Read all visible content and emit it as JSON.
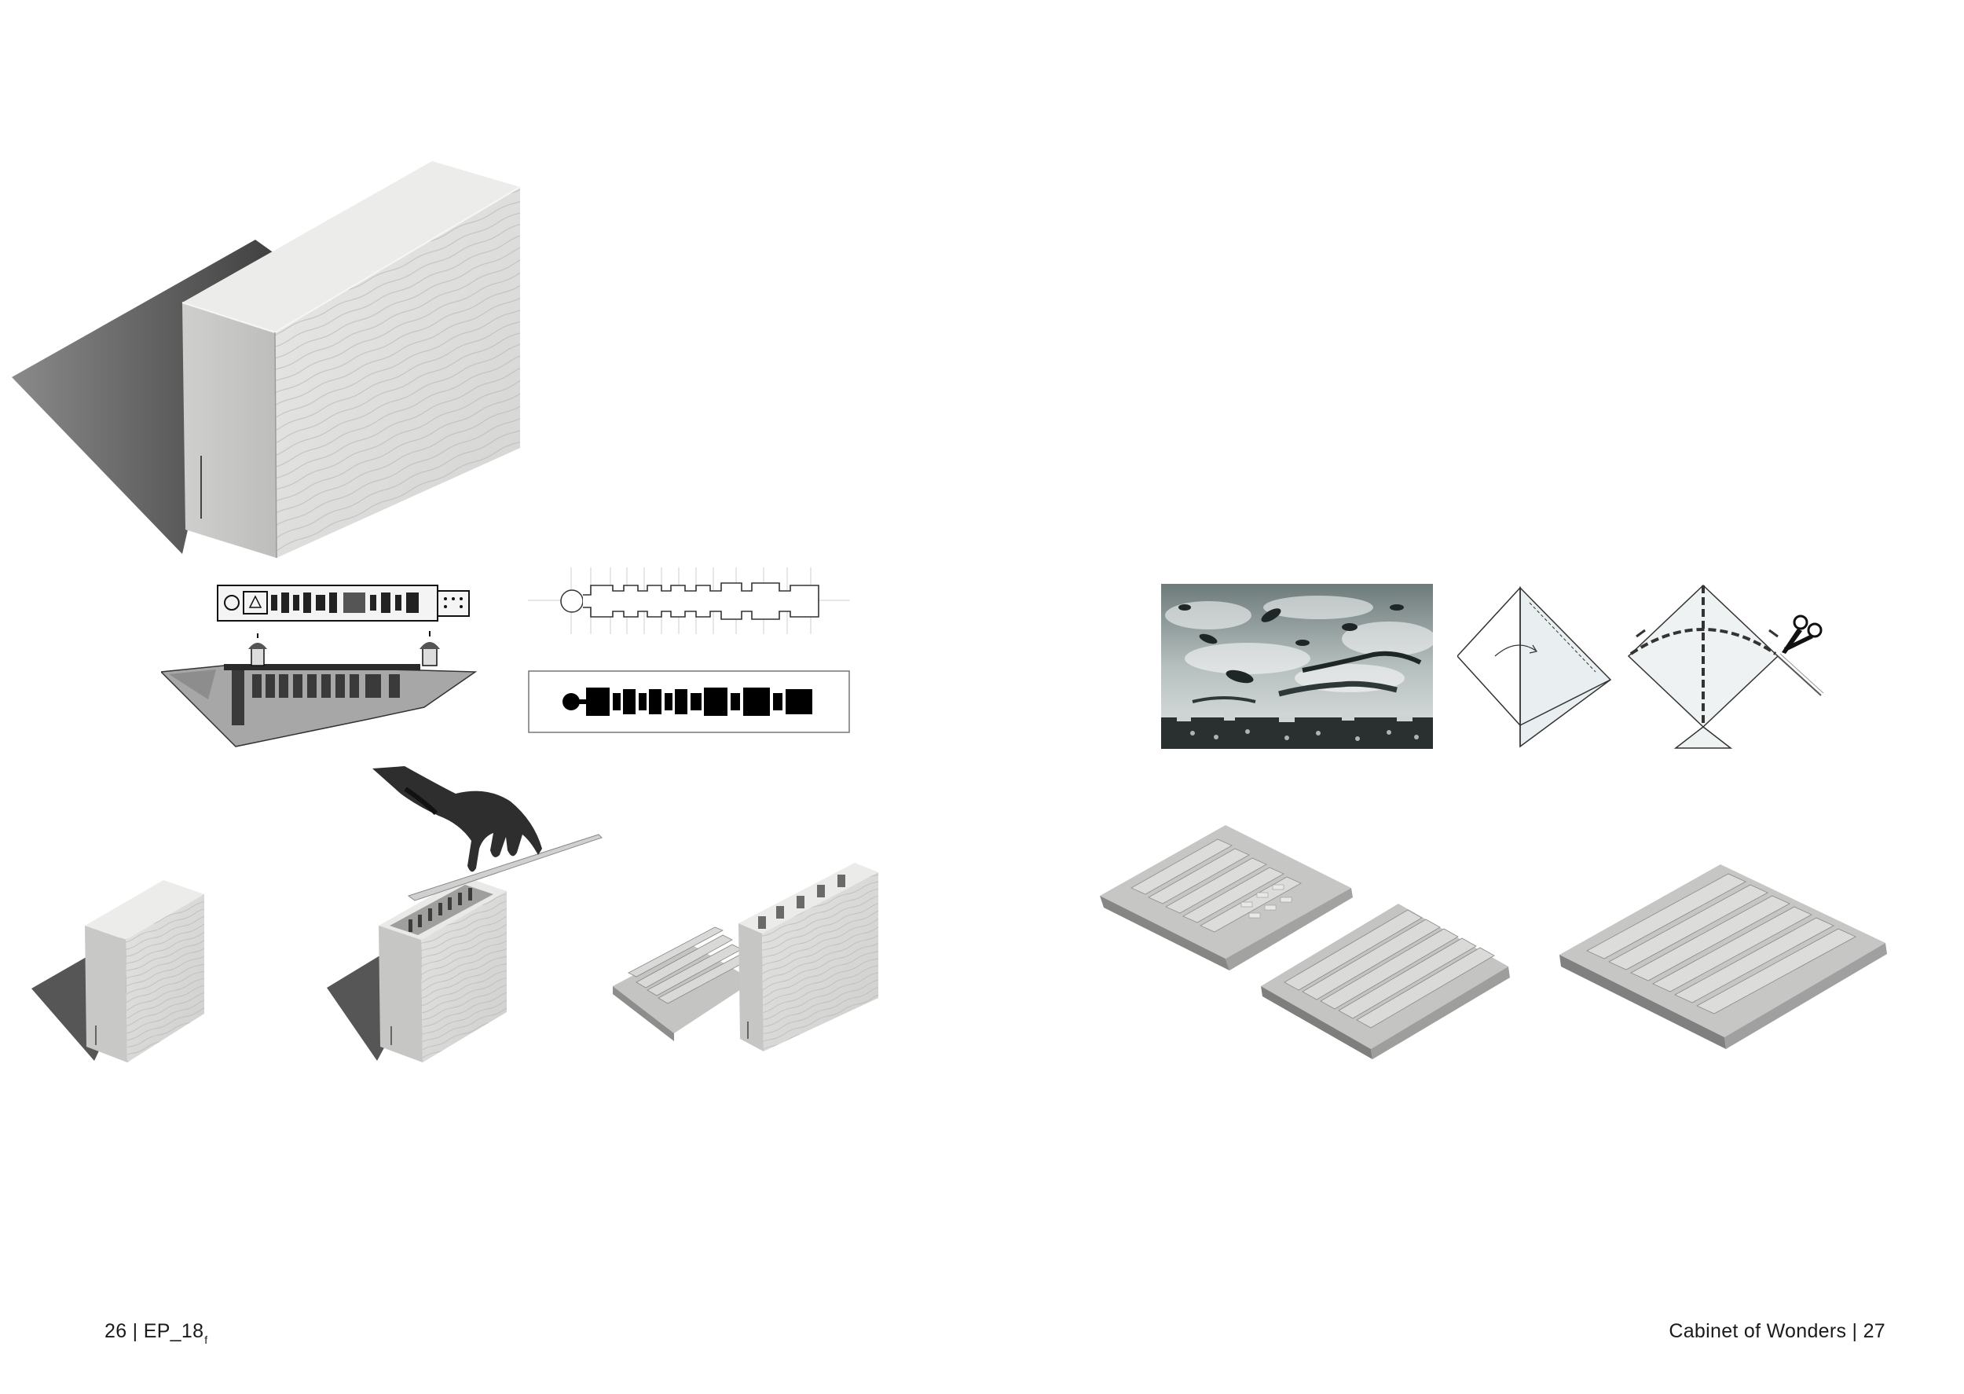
{
  "spread": {
    "left_page": {
      "folio_number": "26",
      "separator": " | ",
      "folio_label": "EP_18",
      "folio_subscript": "f"
    },
    "right_page": {
      "folio_label": "Cabinet of Wonders",
      "separator": " | ",
      "folio_number": "27"
    }
  },
  "images": {
    "hero_block": "large-timber-block-photo",
    "plan_drawing": "historic-plan-and-section-drawing",
    "plan_diagram": "plan-outline-diagram",
    "plan_solid": "plan-solid-diagram",
    "model_sequence": "timber-block-carving-sequence",
    "kite_photo": "kite-festival-photo",
    "kite_fold": "paper-fold-diagram",
    "kite_cut": "kite-cut-diagram",
    "models_right": "carved-timber-models"
  },
  "colors": {
    "page": "#ffffff",
    "text": "#1a1a1a",
    "wood_light": "#e4e4e2",
    "wood_mid": "#cfcfcd",
    "wood_dark": "#a9a9a7",
    "shadow": "#5e5e5e"
  }
}
